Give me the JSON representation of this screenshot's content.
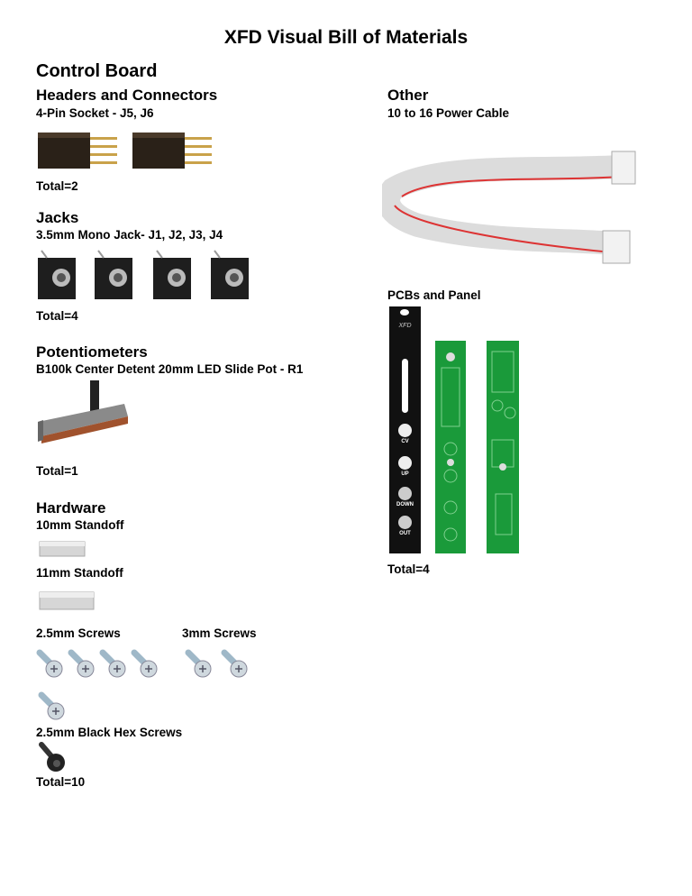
{
  "title": "XFD Visual Bill of Materials",
  "board": "Control Board",
  "left": {
    "headers": {
      "heading": "Headers and Connectors",
      "item": "4-Pin Socket - J5, J6",
      "total": "Total=2"
    },
    "jacks": {
      "heading": "Jacks",
      "item": "3.5mm Mono Jack- J1, J2, J3, J4",
      "total": "Total=4"
    },
    "pots": {
      "heading": "Potentiometers",
      "item": "B100k Center Detent 20mm LED Slide Pot - R1",
      "total": "Total=1"
    },
    "hardware": {
      "heading": "Hardware",
      "standoff10": "10mm Standoff",
      "standoff11": "11mm Standoff",
      "screws25": "2.5mm Screws",
      "screws3": "3mm Screws",
      "hex": "2.5mm Black Hex Screws",
      "total": "Total=10"
    }
  },
  "right": {
    "other": {
      "heading": "Other",
      "item": "10 to 16 Power Cable"
    },
    "pcbs": {
      "item": "PCBs and Panel",
      "total": "Total=4",
      "panel_logo": "XFD",
      "panel_labels": [
        "CV",
        "UP",
        "DOWN",
        "OUT"
      ]
    }
  }
}
